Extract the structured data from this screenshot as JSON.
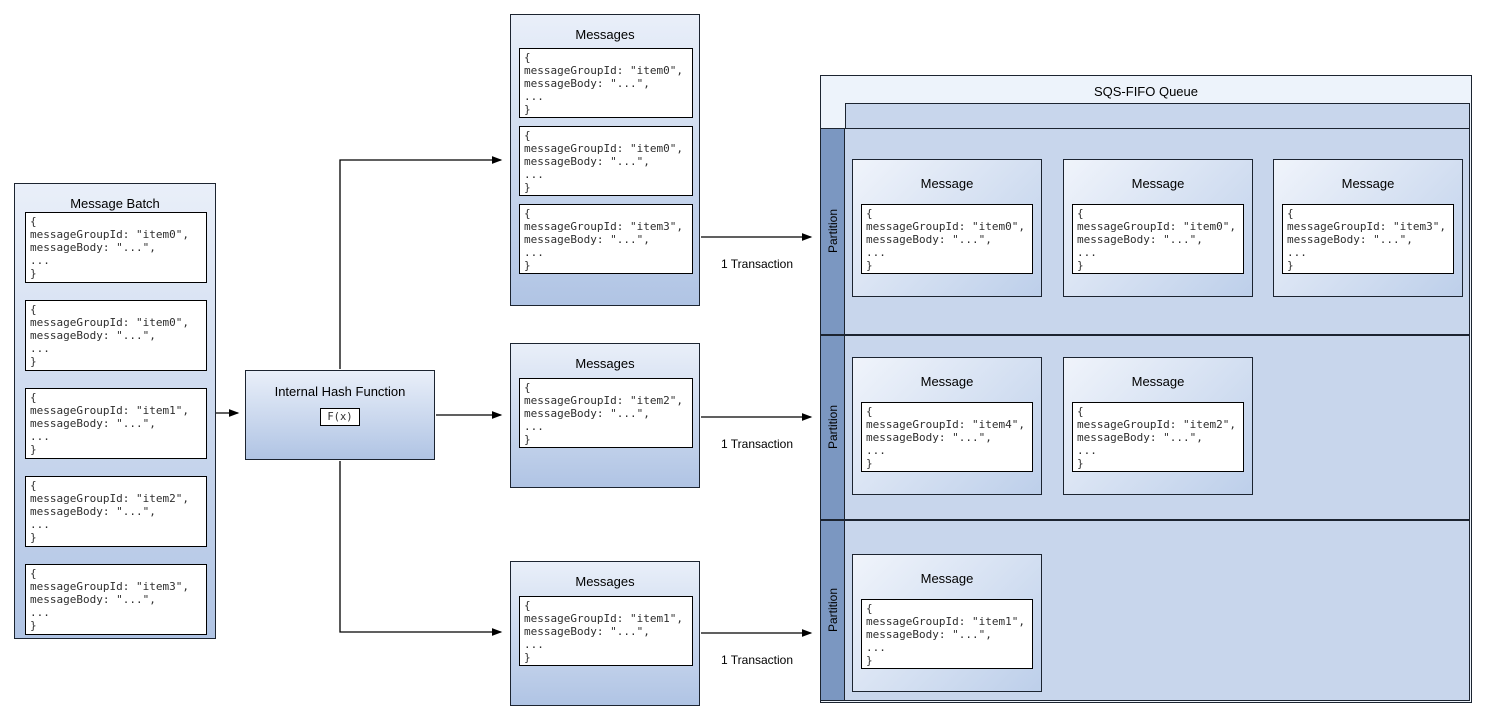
{
  "message_batch": {
    "title": "Message Batch",
    "messages": [
      [
        "{",
        "messageGroupId: \"item0\",",
        "messageBody: \"...\",",
        "...",
        "}"
      ],
      [
        "{",
        "messageGroupId: \"item0\",",
        "messageBody: \"...\",",
        "...",
        "}"
      ],
      [
        "{",
        "messageGroupId: \"item1\",",
        "messageBody: \"...\",",
        "...",
        "}"
      ],
      [
        "{",
        "messageGroupId: \"item2\",",
        "messageBody: \"...\",",
        "...",
        "}"
      ],
      [
        "{",
        "messageGroupId: \"item3\",",
        "messageBody: \"...\",",
        "...",
        "}"
      ]
    ]
  },
  "hash_function": {
    "title": "Internal Hash Function",
    "label": "F(x)"
  },
  "message_groups": [
    {
      "title": "Messages",
      "transaction_label": "1 Transaction",
      "messages": [
        [
          "{",
          "messageGroupId: \"item0\",",
          "messageBody: \"...\",",
          "...",
          "}"
        ],
        [
          "{",
          "messageGroupId: \"item0\",",
          "messageBody: \"...\",",
          "...",
          "}"
        ],
        [
          "{",
          "messageGroupId: \"item3\",",
          "messageBody: \"...\",",
          "...",
          "}"
        ]
      ]
    },
    {
      "title": "Messages",
      "transaction_label": "1 Transaction",
      "messages": [
        [
          "{",
          "messageGroupId: \"item2\",",
          "messageBody: \"...\",",
          "...",
          "}"
        ]
      ]
    },
    {
      "title": "Messages",
      "transaction_label": "1 Transaction",
      "messages": [
        [
          "{",
          "messageGroupId: \"item1\",",
          "messageBody: \"...\",",
          "...",
          "}"
        ]
      ]
    }
  ],
  "queue": {
    "title": "SQS-FIFO Queue",
    "partitions": [
      {
        "label": "Partition",
        "messages": [
          {
            "title": "Message",
            "lines": [
              "{",
              "messageGroupId: \"item0\",",
              "messageBody: \"...\",",
              "...",
              "}"
            ]
          },
          {
            "title": "Message",
            "lines": [
              "{",
              "messageGroupId: \"item0\",",
              "messageBody: \"...\",",
              "...",
              "}"
            ]
          },
          {
            "title": "Message",
            "lines": [
              "{",
              "messageGroupId: \"item3\",",
              "messageBody: \"...\",",
              "...",
              "}"
            ]
          }
        ]
      },
      {
        "label": "Partition",
        "messages": [
          {
            "title": "Message",
            "lines": [
              "{",
              "messageGroupId: \"item4\",",
              "messageBody: \"...\",",
              "...",
              "}"
            ]
          },
          {
            "title": "Message",
            "lines": [
              "{",
              "messageGroupId: \"item2\",",
              "messageBody: \"...\",",
              "...",
              "}"
            ]
          }
        ]
      },
      {
        "label": "Partition",
        "messages": [
          {
            "title": "Message",
            "lines": [
              "{",
              "messageGroupId: \"item1\",",
              "messageBody: \"...\",",
              "...",
              "}"
            ]
          }
        ]
      }
    ]
  },
  "colors": {
    "container_gradient_top": "#e9eff9",
    "container_gradient_bottom": "#b0c4e4",
    "lane_background": "#c8d6ec",
    "queue_background": "#edf3fb",
    "partition_strip": "#7b97c1",
    "border": "#1c2430"
  }
}
